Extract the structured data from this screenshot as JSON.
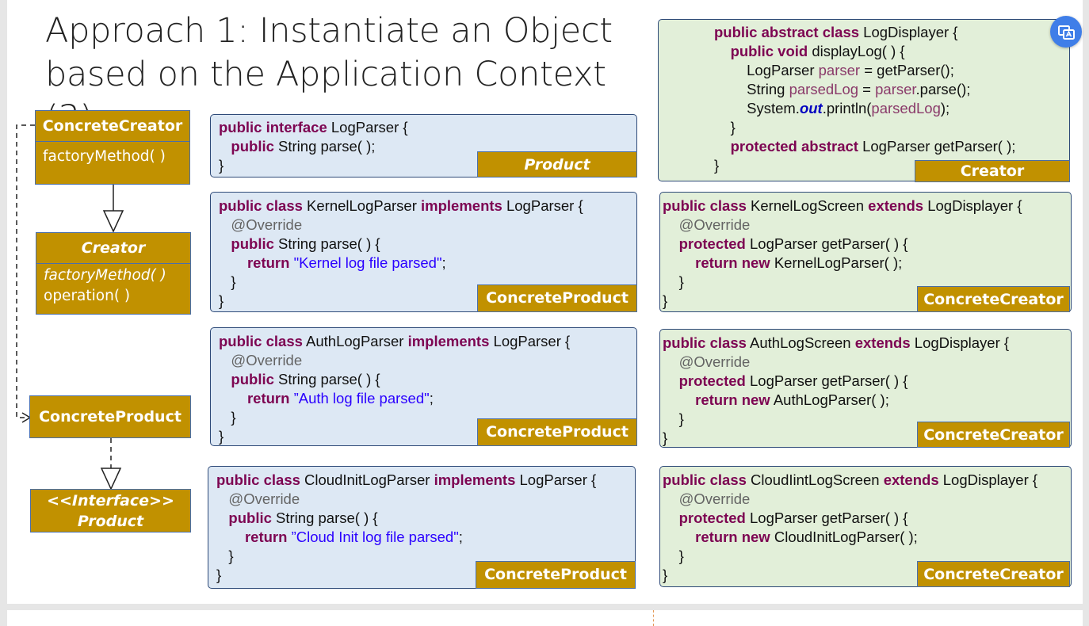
{
  "title": {
    "line1": "Approach 1: Instantiate an Object",
    "line2": "based on the Application Context (3)"
  },
  "uml": {
    "concrete_creator": {
      "name": "ConcreteCreator",
      "op": "factoryMethod( )"
    },
    "creator": {
      "name": "Creator",
      "op1": "factoryMethod( )",
      "op2": "operation( )"
    },
    "concrete_product": {
      "name": "ConcreteProduct"
    },
    "product": {
      "stereotype": "<<Interface>>",
      "name": "Product"
    }
  },
  "code_boxes": {
    "log_parser": {
      "kw1": "public interface",
      "t1": " LogParser {",
      "kw2": "public",
      "t2": " String parse( );",
      "t3": "}",
      "tag": "Product"
    },
    "kernel_parser": {
      "kw1a": "public class",
      "t1a": " KernelLogParser ",
      "kw1b": "implements",
      "t1b": " LogParser {",
      "anno": "@Override",
      "kw3": "public",
      "t3": " String parse( ) {",
      "kw4": "return",
      "str4": "\"Kernel log file parsed\"",
      "t4": ";",
      "t5": "}",
      "t6": "}",
      "tag": "ConcreteProduct"
    },
    "auth_parser": {
      "kw1a": "public class",
      "t1a": " AuthLogParser ",
      "kw1b": "implements",
      "t1b": " LogParser {",
      "anno": "@Override",
      "kw3": "public",
      "t3": " String parse( ) {",
      "kw4": "return",
      "str4": "”Auth log file parsed\"",
      "t4": ";",
      "t5": "}",
      "t6": "}",
      "tag": "ConcreteProduct"
    },
    "cloud_parser": {
      "kw1a": "public class",
      "t1a": " CloudInitLogParser ",
      "kw1b": "implements",
      "t1b": " LogParser {",
      "anno": "@Override",
      "kw3": "public",
      "t3": " String parse( ) {",
      "kw4": "return",
      "str4": "”Cloud Init log file parsed\"",
      "t4": ";",
      "t5": "}",
      "t6": "}",
      "tag": "ConcreteProduct"
    },
    "log_displayer": {
      "kw1": "public abstract class",
      "t1": " LogDisplayer {",
      "kw2": "public void",
      "t2": " displayLog( ) {",
      "t3a": "LogParser ",
      "f3": "parser",
      "t3b": " = getParser();",
      "t4a": "String ",
      "f4a": "parsedLog",
      "t4b": " = ",
      "f4b": "parser",
      "t4c": ".parse();",
      "t5a": "System.",
      "out5": "out",
      "t5b": ".println(",
      "f5": "parsedLog",
      "t5c": ");",
      "t6": "}",
      "kw7": "protected abstract",
      "t7": " LogParser getParser( );",
      "t8": "}",
      "tag": "Creator"
    },
    "kernel_screen": {
      "kw1a": "public class",
      "t1a": " KernelLogScreen ",
      "kw1b": "extends",
      "t1b": " LogDisplayer {",
      "anno": "@Override",
      "kw3": "protected",
      "t3": " LogParser getParser( ) {",
      "kw4": "return new",
      "t4": " KernelLogParser( );",
      "t5": "}",
      "t6": "}",
      "tag": "ConcreteCreator"
    },
    "auth_screen": {
      "kw1a": "public class",
      "t1a": " AuthLogScreen ",
      "kw1b": "extends",
      "t1b": " LogDisplayer {",
      "anno": "@Override",
      "kw3": "protected",
      "t3": " LogParser getParser( ) {",
      "kw4": "return new",
      "t4": " AuthLogParser( );",
      "t5": "}",
      "t6": "}",
      "tag": "ConcreteCreator"
    },
    "cloud_screen": {
      "kw1a": "public class",
      "t1a": " CloudIintLogScreen ",
      "kw1b": "extends",
      "t1b": " LogDisplayer {",
      "anno": "@Override",
      "kw3": "protected",
      "t3": " LogParser getParser( ) {",
      "kw4": "return new",
      "t4": " CloudInitLogParser( );",
      "t5": "}",
      "t6": "}",
      "tag": "ConcreteCreator"
    }
  },
  "colors": {
    "uml_fill": "#c19100",
    "code_blue": "#dde8f4",
    "code_green": "#e2efd9",
    "keyword": "#7d0552",
    "string": "#2a00ff"
  },
  "icons": {
    "action_button": "translate-icon"
  }
}
